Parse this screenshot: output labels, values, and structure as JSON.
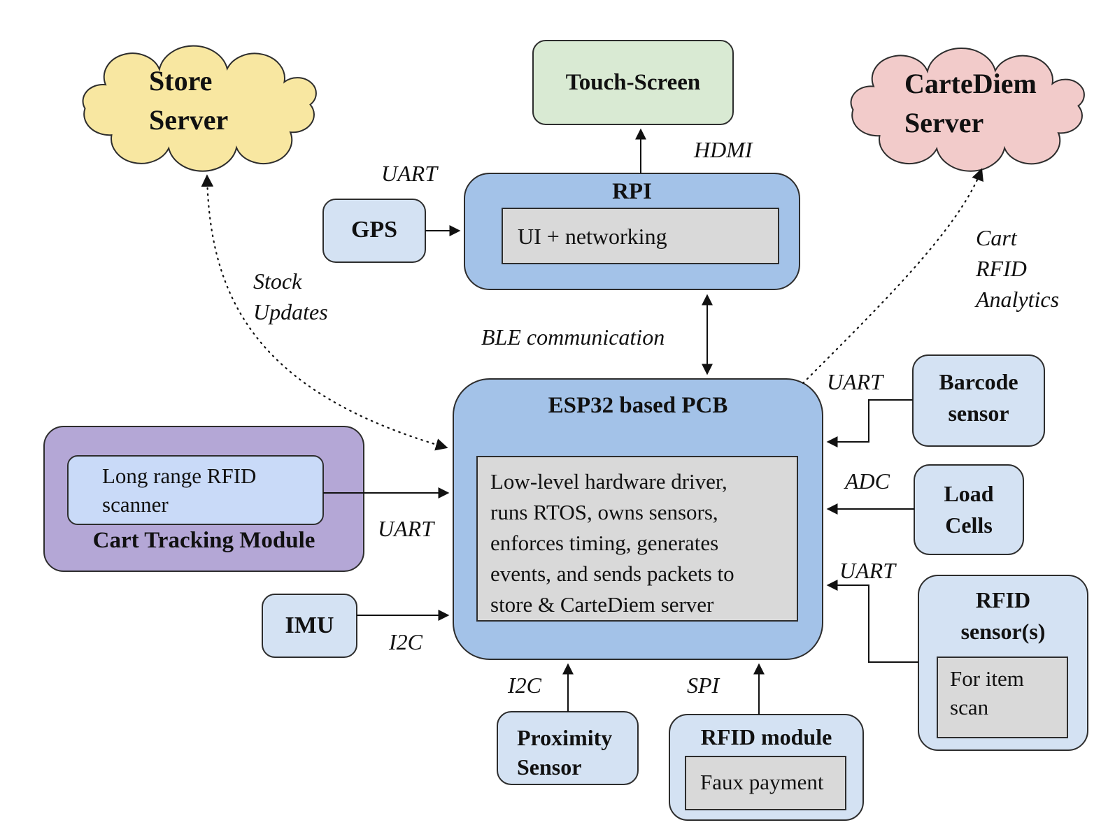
{
  "title": "Smart cart hardware architecture diagram",
  "colors": {
    "cloud_yellow": "#f8e7a1",
    "cloud_pink": "#f2cbca",
    "box_green": "#d9ead3",
    "box_blue": "#a3c2e8",
    "box_light_blue": "#d4e2f3",
    "box_purple": "#b4a7d6",
    "box_periwinkle": "#c9daf8",
    "box_gray": "#d9d9d9",
    "line": "#111111"
  },
  "nodes": {
    "store_server": {
      "label": "Store\nServer"
    },
    "touch_screen": {
      "label": "Touch-Screen"
    },
    "cartediem_server": {
      "label": "CarteDiem\nServer"
    },
    "gps": {
      "label": "GPS"
    },
    "rpi": {
      "title": "RPI",
      "body": "UI + networking"
    },
    "esp32": {
      "title": "ESP32 based PCB",
      "body": "Low-level hardware driver,\nruns RTOS, owns sensors,\nenforces timing, generates\nevents, and sends packets to\nstore & CarteDiem server"
    },
    "cart_tracking": {
      "title": "Cart Tracking Module",
      "inner": "Long range RFID\nscanner"
    },
    "imu": {
      "label": "IMU"
    },
    "proximity_sensor": {
      "label": "Proximity\nSensor"
    },
    "rfid_module": {
      "title": "RFID module",
      "inner": "Faux payment"
    },
    "barcode_sensor": {
      "label": "Barcode\nsensor"
    },
    "load_cells": {
      "label": "Load\nCells"
    },
    "rfid_sensors": {
      "title": "RFID\nsensor(s)",
      "inner": "For item\nscan"
    }
  },
  "edges": {
    "uart_gps": "UART",
    "hdmi": "HDMI",
    "ble": "BLE communication",
    "stock_updates": "Stock\nUpdates",
    "cart_rfid_analytics": "Cart\nRFID\nAnalytics",
    "uart_cart": "UART",
    "i2c_imu": "I2C",
    "i2c_proximity": "I2C",
    "spi": "SPI",
    "uart_barcode": "UART",
    "adc": "ADC",
    "uart_rfid_sensors": "UART"
  }
}
